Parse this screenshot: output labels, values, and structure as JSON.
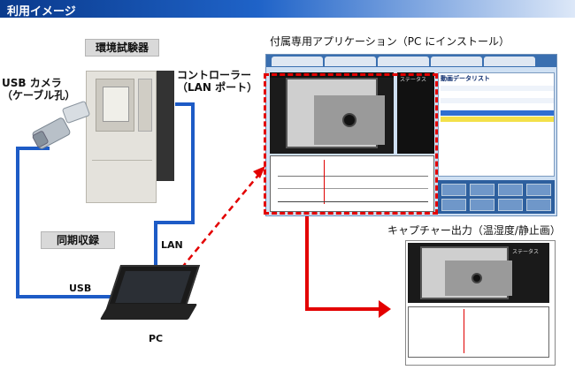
{
  "page": {
    "title": "利用イメージ"
  },
  "labels": {
    "chamber": "環境試験器",
    "camera_line1": "USB カメラ",
    "camera_line2": "（ケーブル孔）",
    "controller_line1": "コントローラー",
    "controller_line2": "（LAN ポート）",
    "sync": "同期収録",
    "lan": "LAN",
    "usb": "USB",
    "pc": "PC",
    "app": "付属専用アプリケーション（PC にインストール）",
    "capture": "キャプチャー出力（温湿度/静止画）"
  },
  "app_window": {
    "list_title": "動画データリスト",
    "info_title": "ステータス"
  },
  "colors": {
    "title_bar": "#1f63c8",
    "cable": "#1d5bc6",
    "red_arrow": "#e30000",
    "tag_bg": "#d9d9d9"
  }
}
